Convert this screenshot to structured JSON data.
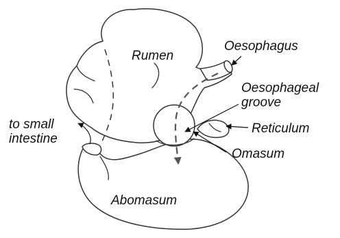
{
  "labels": {
    "rumen": "Rumen",
    "oesophagus": "Oesophagus",
    "oesophageal_groove_line1": "Oesophageal",
    "oesophageal_groove_line2": "groove",
    "reticulum": "Reticulum",
    "omasum": "Omasum",
    "abomasum": "Abomasum",
    "small_intestine_line1": "to small",
    "small_intestine_line2": "intestine"
  },
  "colors": {
    "outline": "#333333",
    "text": "#111111",
    "flow_arrow": "#555555"
  }
}
